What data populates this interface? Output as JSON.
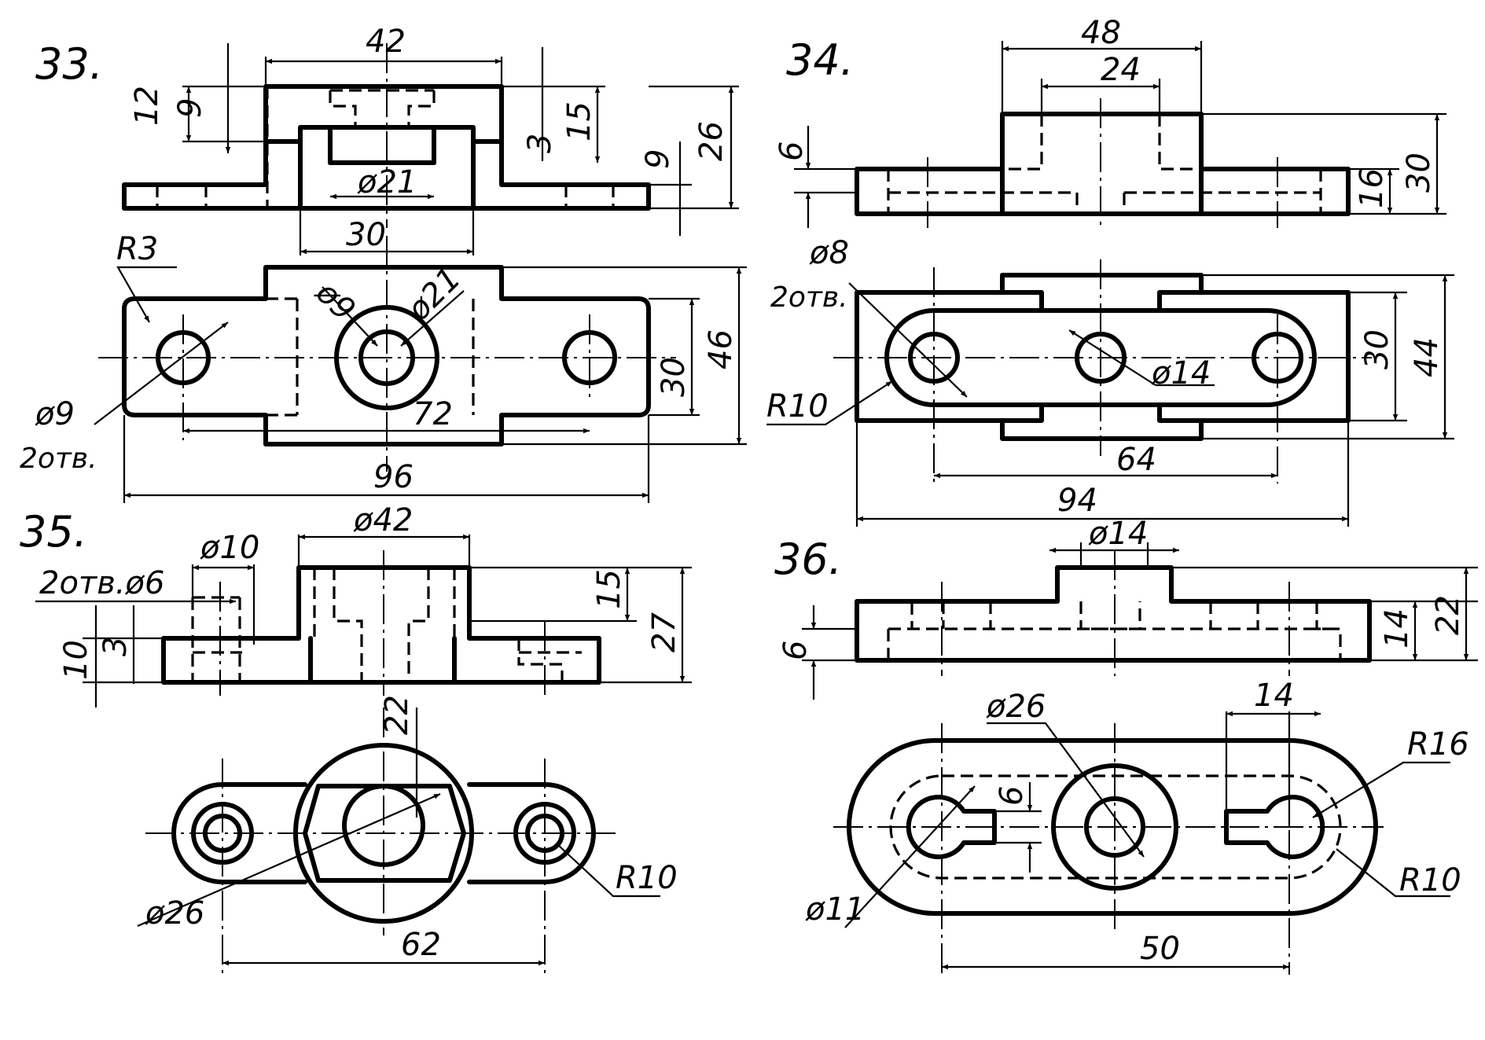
{
  "problems": {
    "p33": {
      "number": "33.",
      "front_dims": {
        "d42": "42",
        "d12": "12",
        "d9a": "9",
        "d3": "3",
        "d15": "15",
        "d9b": "9",
        "d26": "26",
        "dia21": "ø21",
        "d30": "30"
      },
      "plan_dims": {
        "r3": "R3",
        "dia9": "ø9",
        "dia21": "ø21",
        "hole_dia": "ø9",
        "holes": "2отв.",
        "d72": "72",
        "d30": "30",
        "d46": "46",
        "d96": "96"
      }
    },
    "p34": {
      "number": "34.",
      "front_dims": {
        "d48": "48",
        "d24": "24",
        "d6": "6",
        "d16": "16",
        "d30": "30"
      },
      "plan_dims": {
        "dia8": "ø8",
        "holes": "2отв.",
        "r10": "R10",
        "dia14": "ø14",
        "d64": "64",
        "d94": "94",
        "d30": "30",
        "d44": "44"
      }
    },
    "p35": {
      "number": "35.",
      "front_dims": {
        "dia42": "ø42",
        "dia10": "ø10",
        "holes_dia6": "2отв.ø6",
        "d10": "10",
        "d3": "3",
        "d15": "15",
        "d27": "27"
      },
      "plan_dims": {
        "d22": "22",
        "dia26": "ø26",
        "r10": "R10",
        "d62": "62"
      }
    },
    "p36": {
      "number": "36.",
      "front_dims": {
        "dia14": "ø14",
        "d6": "6",
        "d14": "14",
        "d22": "22"
      },
      "plan_dims": {
        "dia26": "ø26",
        "d14": "14",
        "d6": "6",
        "r16": "R16",
        "r10": "R10",
        "dia11": "ø11",
        "d50": "50"
      }
    }
  }
}
